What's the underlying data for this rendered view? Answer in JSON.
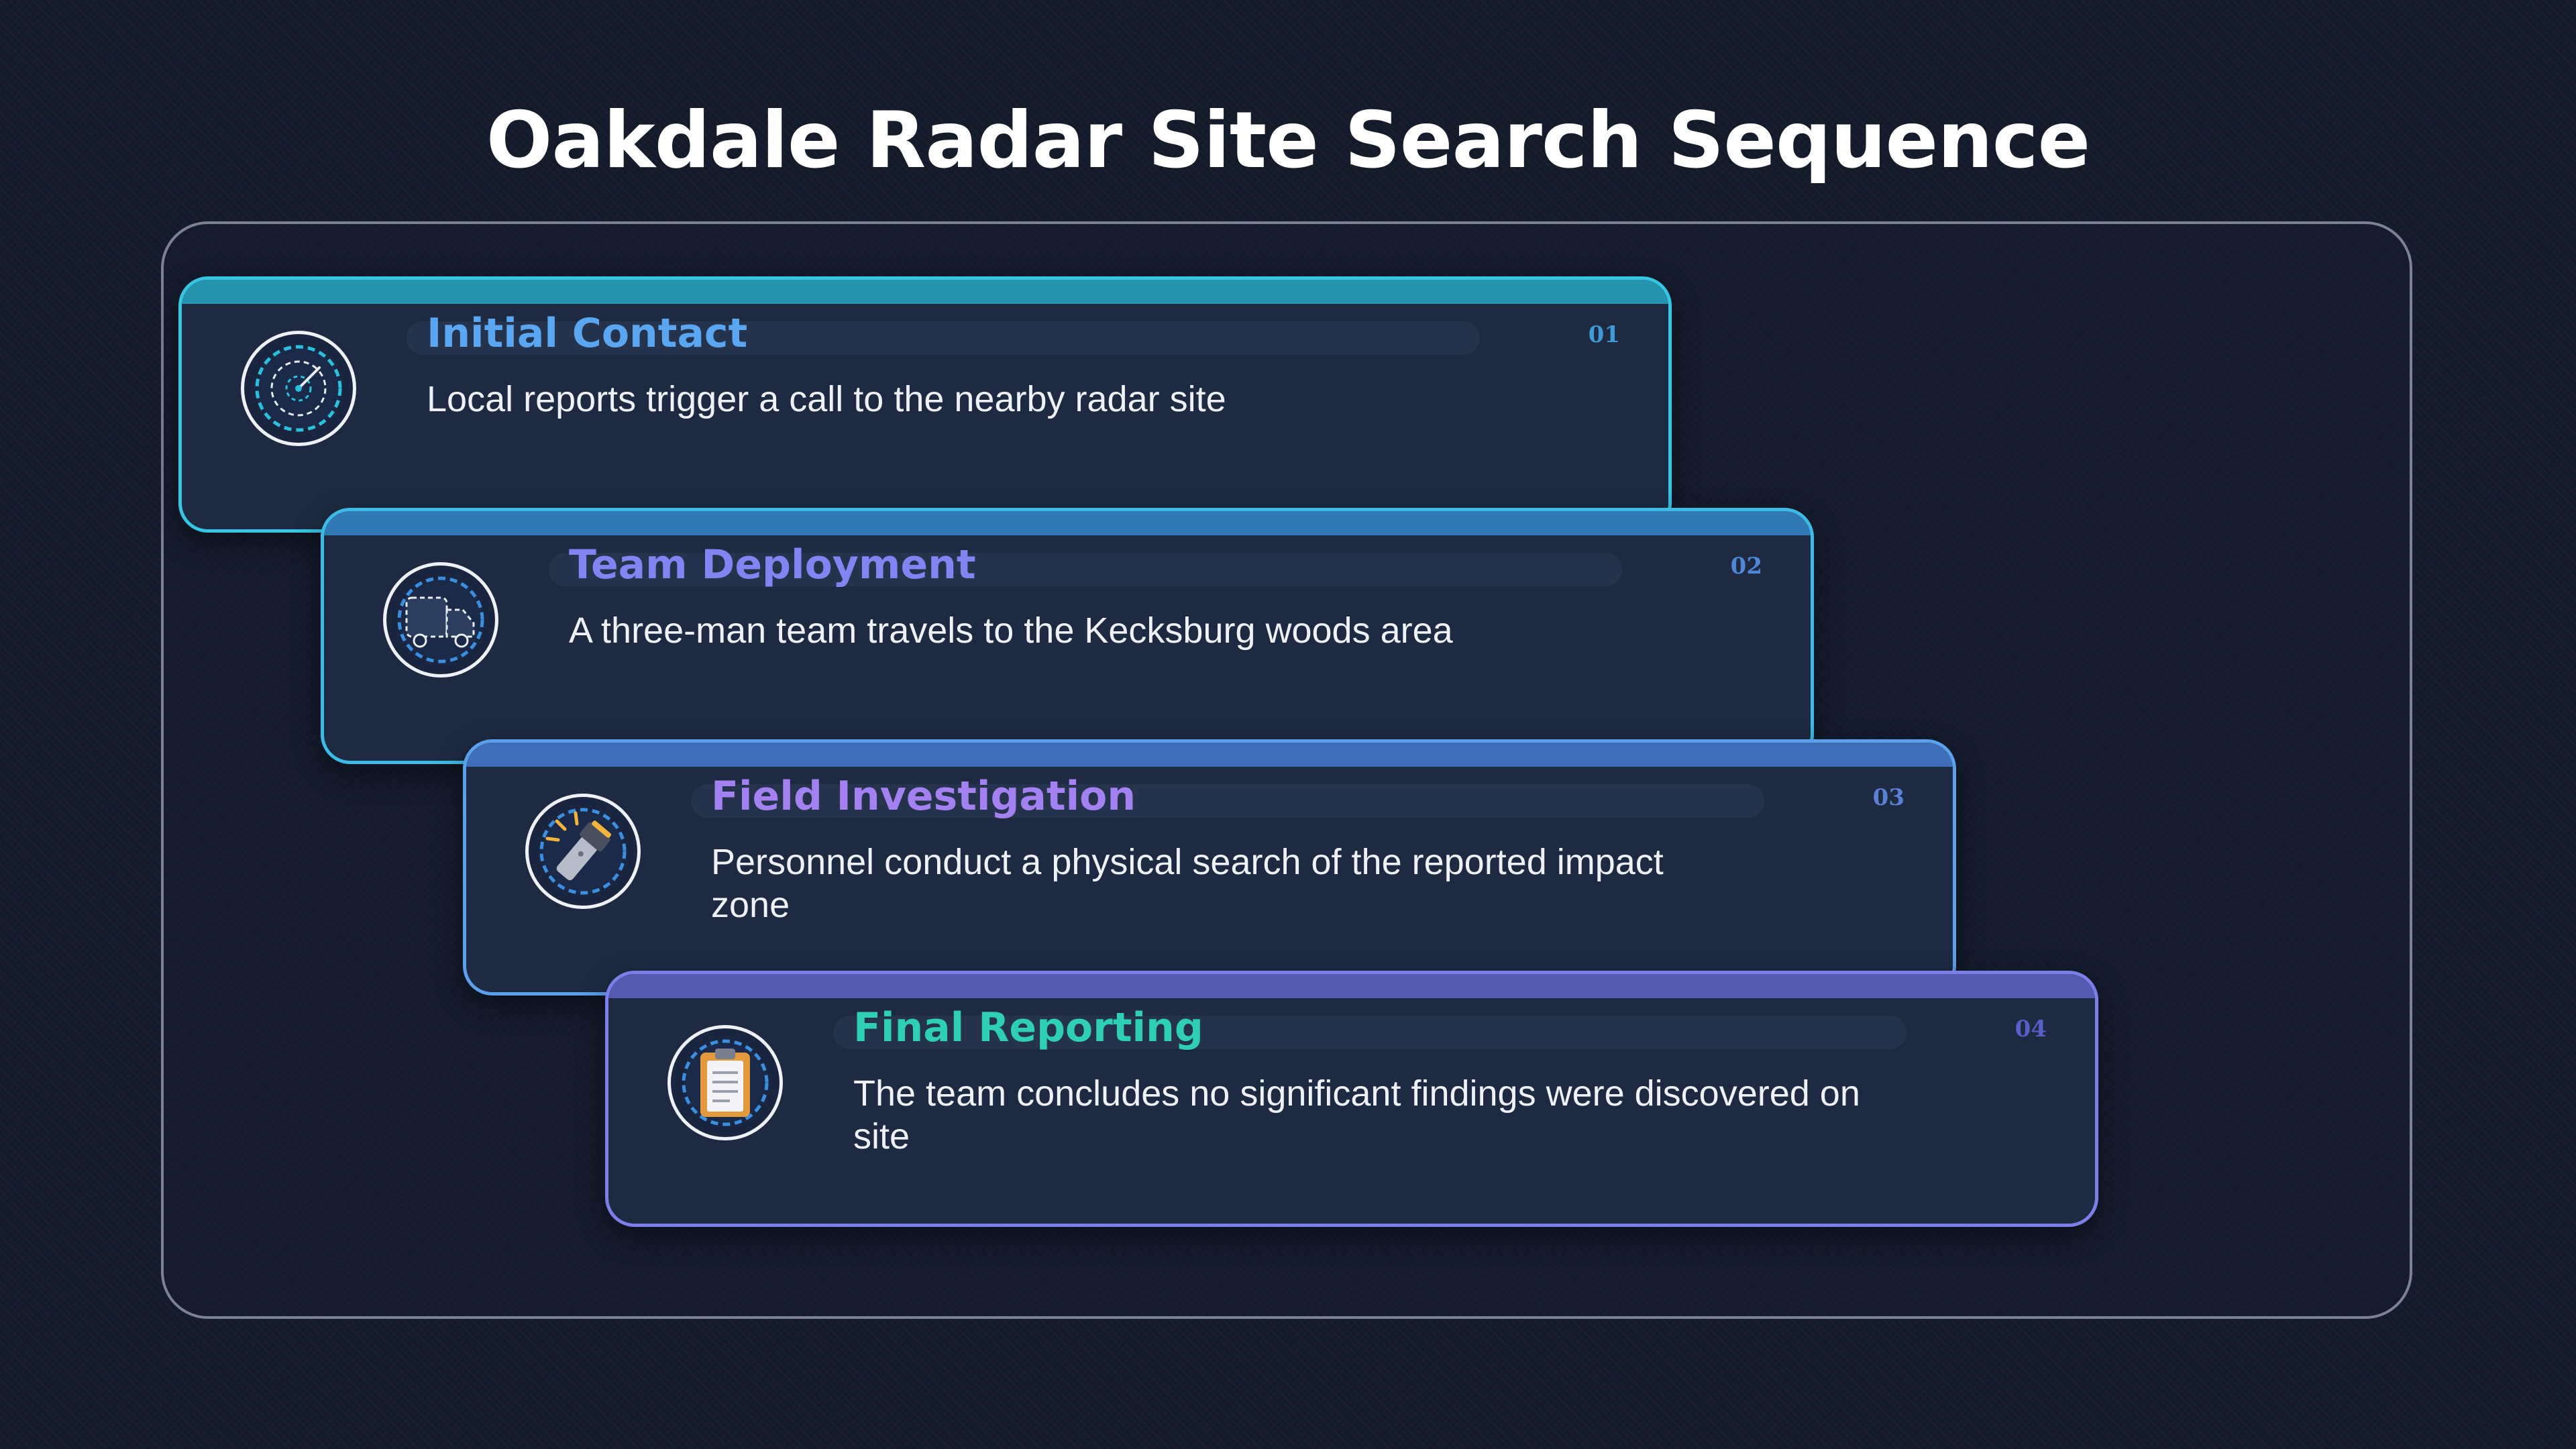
{
  "title": "Oakdale Radar Site Search Sequence",
  "colors": {
    "frame_border": "#7b8294",
    "card_bg": "#1d2a41",
    "desc_text": "#eef2f8"
  },
  "steps": [
    {
      "number": "01",
      "title": "Initial Contact",
      "description": "Local reports trigger a call to the nearby radar site",
      "icon": "radar-icon",
      "title_color": "#5aa6f0",
      "bar_color": "#2593ad",
      "border_color": "#36c5e3",
      "number_color": "#3f9bd6"
    },
    {
      "number": "02",
      "title": "Team Deployment",
      "description": "A three-man team travels to the Kecksburg woods area",
      "icon": "truck-icon",
      "title_color": "#8383f2",
      "bar_color": "#3179b4",
      "border_color": "#3dbbe6",
      "number_color": "#4f86d8"
    },
    {
      "number": "03",
      "title": "Field Investigation",
      "description": "Personnel conduct a physical search of the reported impact zone",
      "icon": "flashlight-icon",
      "title_color": "#a381f0",
      "bar_color": "#3e6fb8",
      "border_color": "#5aa0ec",
      "number_color": "#5b80d6"
    },
    {
      "number": "04",
      "title": "Final Reporting",
      "description": "The team concludes no significant findings were discovered on site",
      "icon": "clipboard-icon",
      "title_color": "#2fcfb6",
      "bar_color": "#535ab0",
      "border_color": "#7d7fe8",
      "number_color": "#5a5fc8"
    }
  ]
}
